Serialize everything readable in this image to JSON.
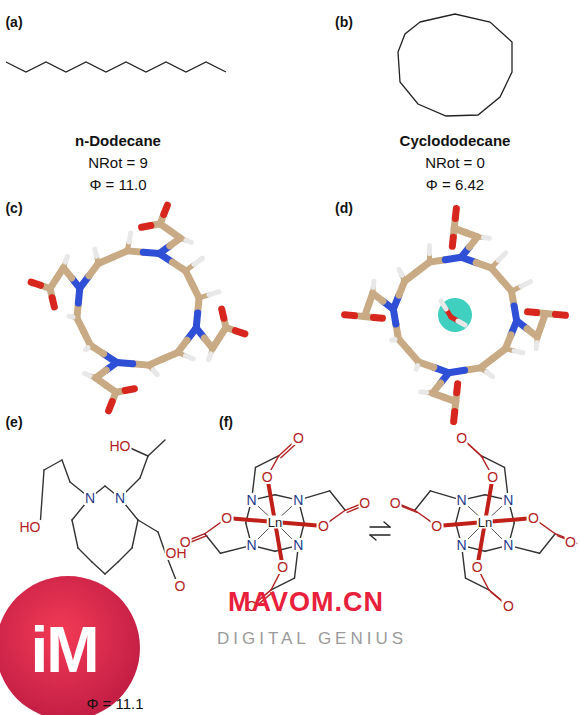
{
  "diagram": {
    "labels": [
      "(a)",
      "(b)",
      "n-Dodecane",
      "NRot = 9",
      "Φ = 11.0",
      "Cyclododecane",
      "NRot = 0",
      "Φ = 6.42",
      "(c)",
      "(d)",
      "(e)",
      "(f)",
      "HO",
      "N",
      "N",
      "HO",
      "OH",
      "O",
      "Φ = 11.1",
      "Ln",
      "N",
      "N",
      "N",
      "N",
      "O",
      "O",
      "O",
      "O",
      "O",
      "O",
      "O",
      "O",
      "Ln",
      "N",
      "N",
      "N",
      "N",
      "O",
      "O",
      "O",
      "O",
      "O",
      "O",
      "O",
      "O",
      "iM",
      "MAVOM.CN",
      "DIGITAL GENIUS"
    ]
  }
}
